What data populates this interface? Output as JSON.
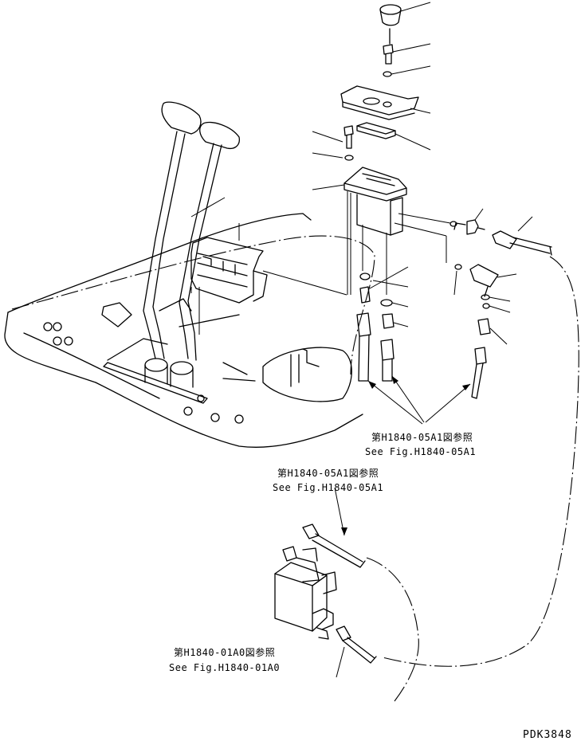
{
  "references": [
    {
      "id": "ref-fuel-lines",
      "jp": "第H1840-05A1図参照",
      "en": "See Fig.H1840-05A1"
    },
    {
      "id": "ref-upper-hose",
      "jp": "第H1840-05A1図参照",
      "en": "See Fig.H1840-05A1"
    },
    {
      "id": "ref-valve",
      "jp": "第H1840-01A0図参照",
      "en": "See Fig.H1840-01A0"
    }
  ],
  "drawing_code": "PDK3848"
}
